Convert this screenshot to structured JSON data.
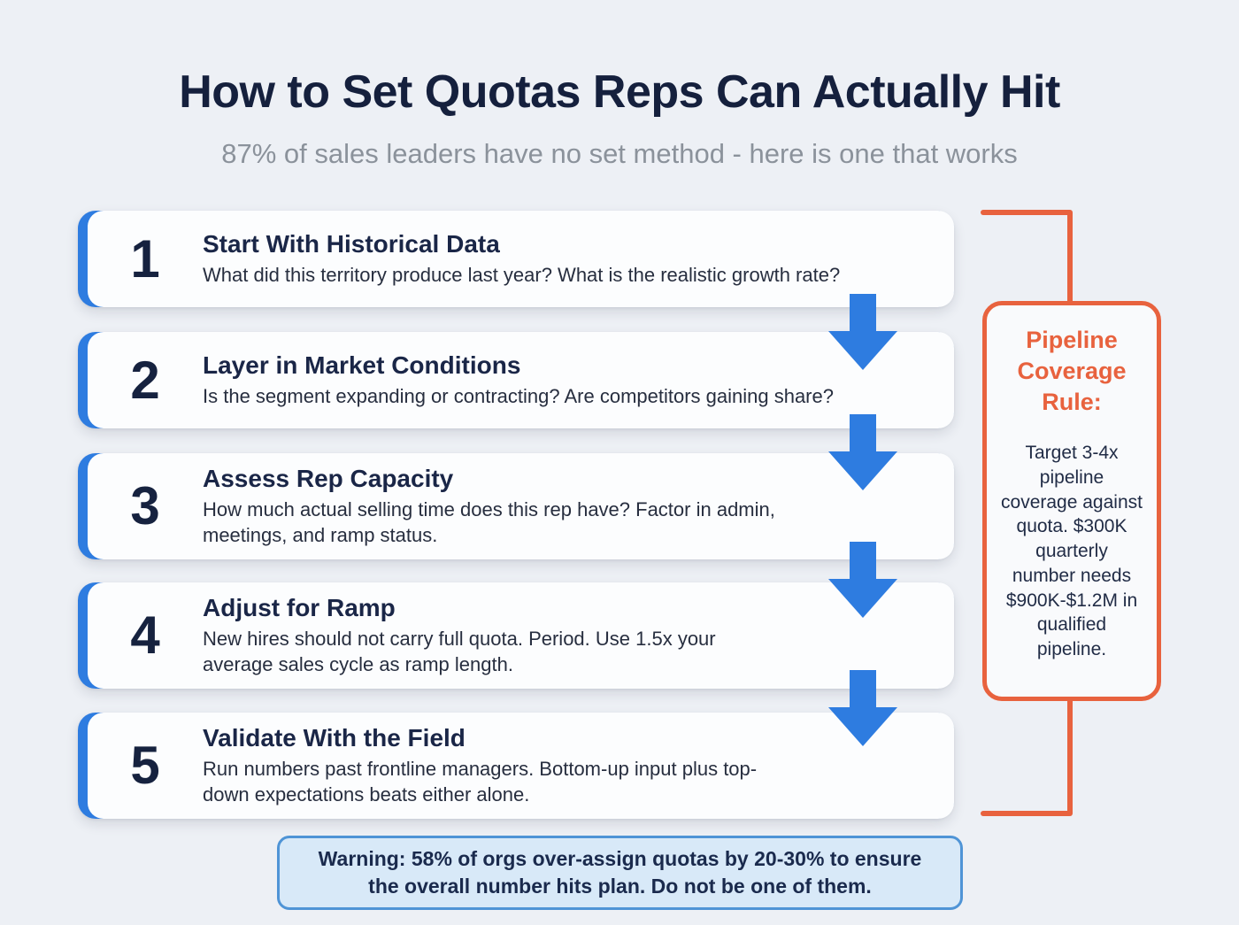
{
  "page": {
    "title": "How to Set Quotas Reps Can Actually Hit",
    "subtitle": "87% of sales leaders have no set method - here is one that works"
  },
  "steps": [
    {
      "number": "1",
      "title": "Start With Historical Data",
      "description": "What did this territory produce last year? What is the realistic growth rate?"
    },
    {
      "number": "2",
      "title": "Layer in Market Conditions",
      "description": "Is the segment expanding or contracting? Are competitors gaining share?"
    },
    {
      "number": "3",
      "title": "Assess Rep Capacity",
      "description": "How much actual selling time does this rep have? Factor in admin,\nmeetings, and ramp status."
    },
    {
      "number": "4",
      "title": "Adjust for Ramp",
      "description": "New hires should not carry full quota. Period. Use 1.5x your\naverage sales cycle as ramp length."
    },
    {
      "number": "5",
      "title": "Validate With the Field",
      "description": "Run numbers past frontline managers. Bottom-up input plus top-\ndown expectations beats either alone."
    }
  ],
  "callout": {
    "title": "Pipeline\nCoverage\nRule:",
    "body": "Target 3-4x\npipeline\ncoverage against\nquota. $300K\nquarterly\nnumber needs\n$900K-$1.2M in\nqualified\npipeline."
  },
  "warning": {
    "text": "Warning: 58% of orgs over-assign quotas by 20-30% to ensure\nthe overall number hits plan. Do not be one of them."
  },
  "colors": {
    "accent_blue": "#2e7ce0",
    "accent_orange": "#e8623e",
    "warning_border": "#4f94d6",
    "warning_bg": "#d8e9f8",
    "heading_navy": "#15203d"
  }
}
